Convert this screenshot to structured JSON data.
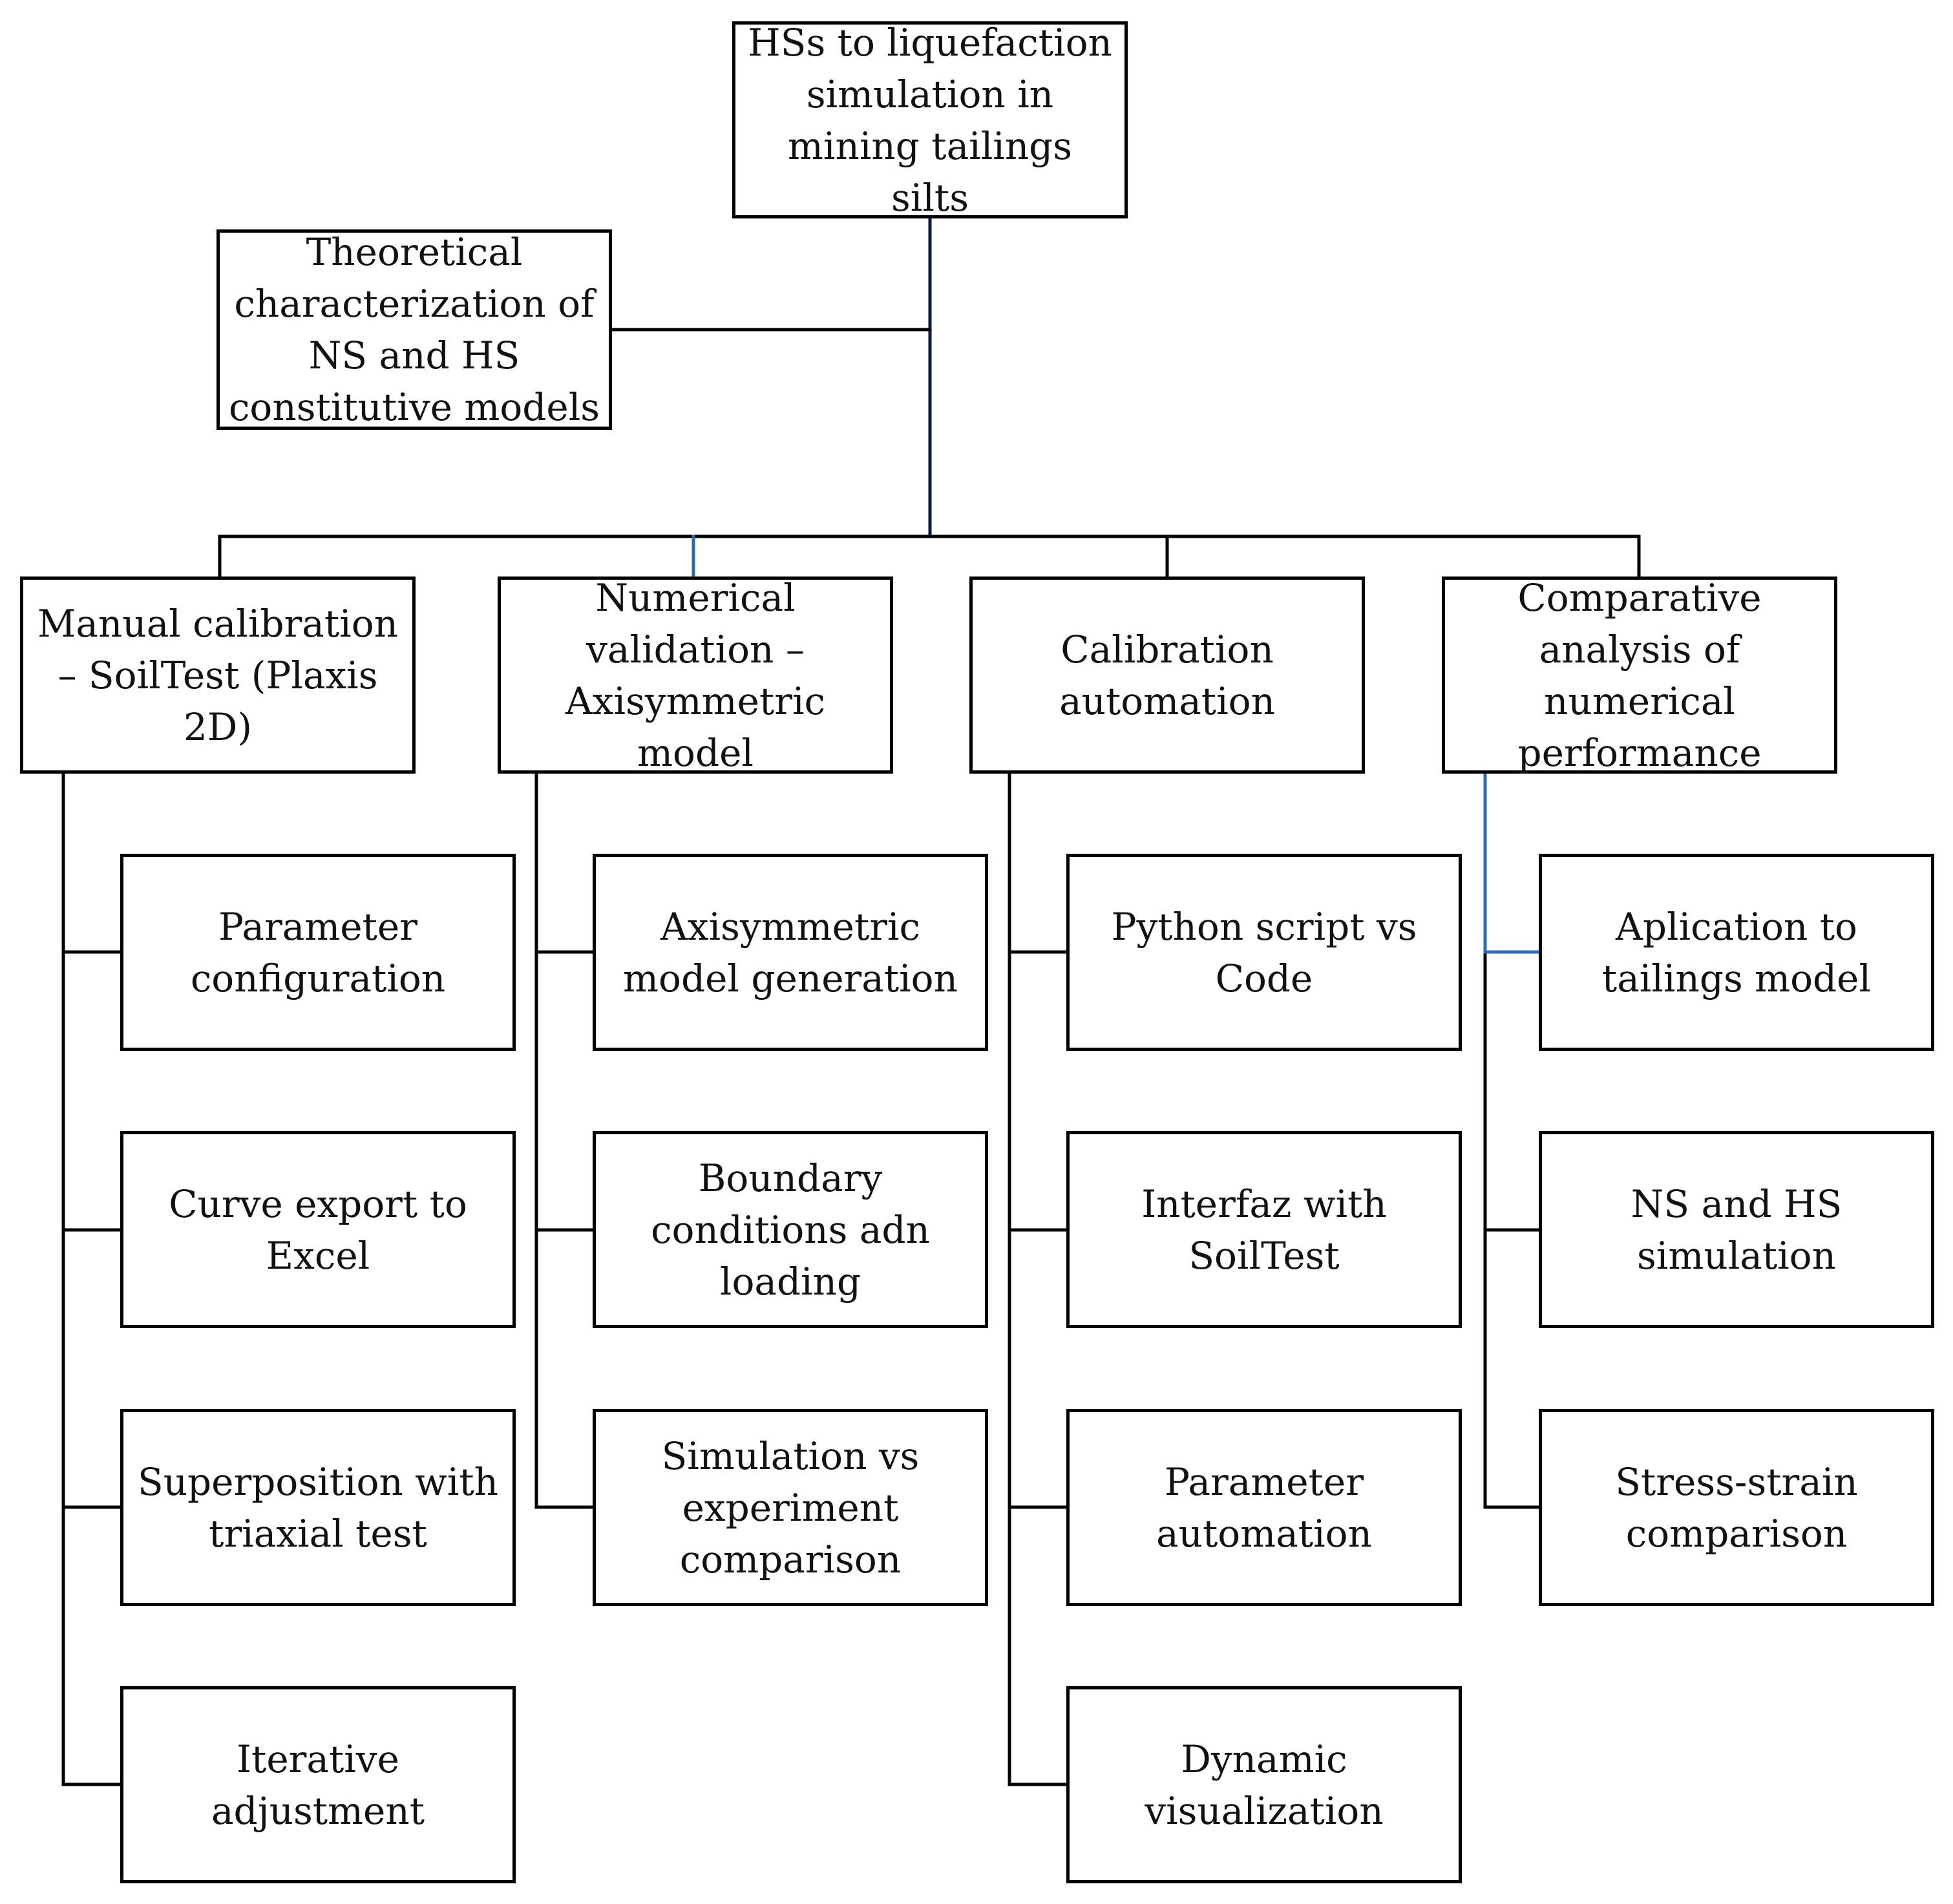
{
  "colors": {
    "line": "#000000",
    "root_line": "#0a1a3a",
    "accent_line": "#2e6bb5"
  },
  "root": {
    "label": "HSs  to liquefaction simulation in mining tailings silts"
  },
  "theory": {
    "label": "Theoretical characterization of NS and HS constitutive models"
  },
  "branches": [
    {
      "label": "Manual calibration – SoilTest (Plaxis 2D)",
      "children": [
        "Parameter configuration",
        "Curve export to Excel",
        "Superposition with triaxial test",
        "Iterative adjustment"
      ]
    },
    {
      "label": "Numerical validation – Axisymmetric model",
      "children": [
        "Axisymmetric model generation",
        "Boundary conditions adn loading",
        "Simulation vs experiment comparison"
      ]
    },
    {
      "label": "Calibration automation",
      "children": [
        "Python script vs Code",
        "Interfaz with SoilTest",
        "Parameter automation",
        "Dynamic visualization"
      ]
    },
    {
      "label": "Comparative analysis of numerical performance",
      "children": [
        "Aplication to tailings model",
        "NS and HS simulation",
        "Stress-strain comparison"
      ]
    }
  ]
}
